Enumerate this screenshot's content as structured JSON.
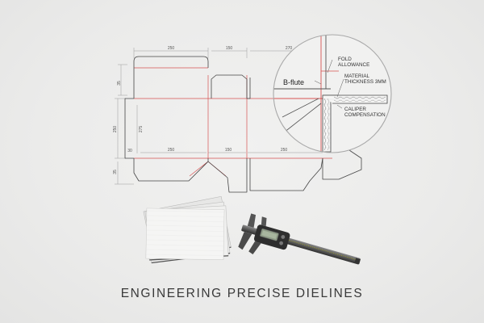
{
  "dieline": {
    "top_dims": [
      "250",
      "150",
      "270"
    ],
    "bottom_dims": [
      "250",
      "150",
      "250"
    ],
    "left_dims": [
      "35",
      "250",
      "275",
      "30",
      "35"
    ]
  },
  "callouts": {
    "flute": "B-flute",
    "fold_1": "FOLD",
    "fold_2": "ALLOWANCE",
    "material_1": "MATERIAL",
    "material_2": "THICKNESS 3MM",
    "caliper_1": "CALIPER",
    "caliper_2": "COMPENSATION"
  },
  "colors": {
    "cut_line": "#444444",
    "fold_line": "#d65252",
    "dimension_line": "#999999"
  },
  "headline": "ENGINEERING PRECISE DIELINES"
}
